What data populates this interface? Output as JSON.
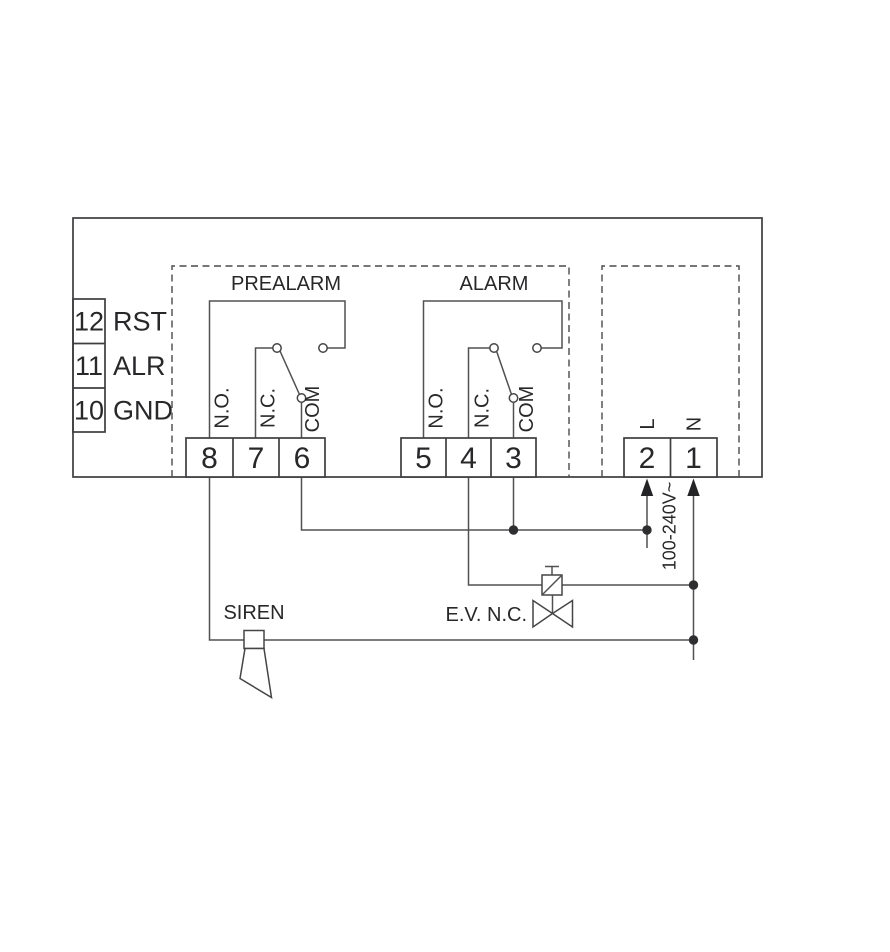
{
  "diagram": {
    "signal_terminals": [
      {
        "number": "12",
        "label": "RST"
      },
      {
        "number": "11",
        "label": "ALR"
      },
      {
        "number": "10",
        "label": "GND"
      }
    ],
    "relays": [
      {
        "title": "PREALARM",
        "contacts": {
          "no": "N.O.",
          "nc": "N.C.",
          "com": "COM"
        },
        "terminals": {
          "no": "8",
          "nc": "7",
          "com": "6"
        }
      },
      {
        "title": "ALARM",
        "contacts": {
          "no": "N.O.",
          "nc": "N.C.",
          "com": "COM"
        },
        "terminals": {
          "no": "5",
          "nc": "4",
          "com": "3"
        }
      }
    ],
    "power": {
      "line_label": "L",
      "neutral_label": "N",
      "line_terminal": "2",
      "neutral_terminal": "1",
      "supply_label": "100-240V~"
    },
    "loads": {
      "siren": "SIREN",
      "valve": "E.V. N.C."
    },
    "colors": {
      "background": "#ffffff",
      "outline": "#3e3e40",
      "wire": "#515153",
      "text": "#28282a"
    }
  }
}
